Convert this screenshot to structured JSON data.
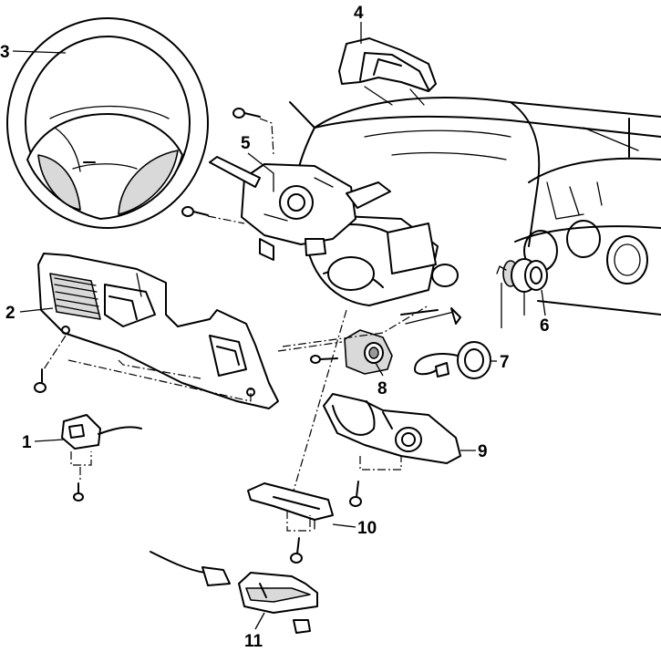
{
  "callouts": [
    {
      "id": "1",
      "label": "1"
    },
    {
      "id": "2",
      "label": "2"
    },
    {
      "id": "3",
      "label": "3"
    },
    {
      "id": "4",
      "label": "4"
    },
    {
      "id": "5",
      "label": "5"
    },
    {
      "id": "6",
      "label": "6"
    },
    {
      "id": "7",
      "label": "7"
    },
    {
      "id": "8",
      "label": "8"
    },
    {
      "id": "9",
      "label": "9"
    },
    {
      "id": "10",
      "label": "10"
    },
    {
      "id": "11",
      "label": "11"
    }
  ],
  "colors": {
    "line": "#000000",
    "shade": "#d9d9d9",
    "background": "#ffffff"
  }
}
